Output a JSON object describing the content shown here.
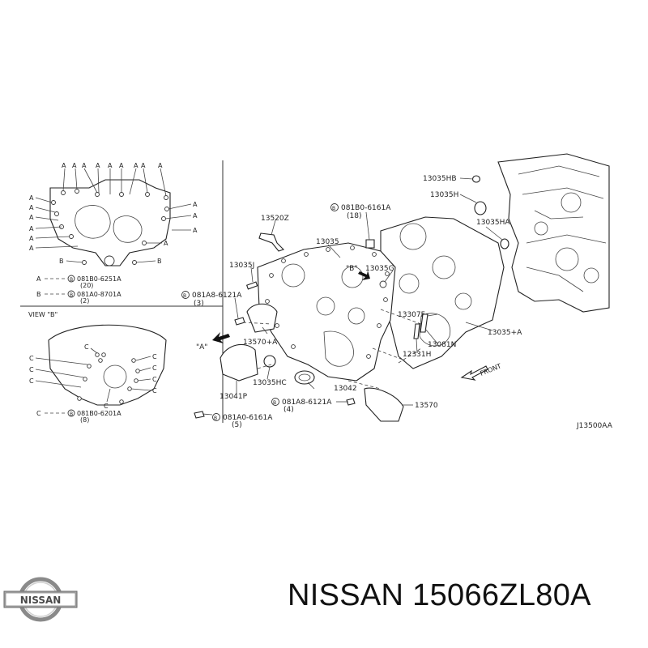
{
  "caption": {
    "brand": "NISSAN",
    "part_number": "15066ZL80A"
  },
  "logo": {
    "text": "NISSAN"
  },
  "diagram": {
    "code": "J13500AA",
    "view_b_title": "VIEW \"B\"",
    "front_label": "FRONT",
    "view_markers": {
      "a": "\"A\"",
      "b": "\"B\""
    },
    "view_a_letters": {
      "a": "A",
      "b": "B"
    },
    "view_b_letter": "C",
    "legend": [
      {
        "key": "A",
        "code": "081B0-6251A",
        "qty": "(20)"
      },
      {
        "key": "B",
        "code": "081A0-8701A",
        "qty": "(2)"
      },
      {
        "key": "C",
        "code": "081B0-6201A",
        "qty": "(8)"
      }
    ],
    "callouts": [
      {
        "id": "13035HB",
        "text": "13035HB"
      },
      {
        "id": "13035H",
        "text": "13035H"
      },
      {
        "id": "13035HA",
        "text": "13035HA"
      },
      {
        "id": "081B0-6161A",
        "text": "081B0-6161A",
        "qty": "(18)"
      },
      {
        "id": "13520Z",
        "text": "13520Z"
      },
      {
        "id": "13035",
        "text": "13035"
      },
      {
        "id": "13035J",
        "text": "13035J"
      },
      {
        "id": "13035G",
        "text": "13035G"
      },
      {
        "id": "081A8-6121A-top",
        "text": "081A8-6121A",
        "qty": "(3)"
      },
      {
        "id": "13570plusA",
        "text": "13570+A"
      },
      {
        "id": "13307F",
        "text": "13307F"
      },
      {
        "id": "13035plusA",
        "text": "13035+A"
      },
      {
        "id": "13081N",
        "text": "13081N"
      },
      {
        "id": "12331H",
        "text": "12331H"
      },
      {
        "id": "13035HC",
        "text": "13035HC"
      },
      {
        "id": "13042",
        "text": "13042"
      },
      {
        "id": "13041P",
        "text": "13041P"
      },
      {
        "id": "081A8-6121A-bottom",
        "text": "081A8-6121A",
        "qty": "(4)"
      },
      {
        "id": "13570",
        "text": "13570"
      },
      {
        "id": "081A0-6161A",
        "text": "081A0-6161A",
        "qty": "(5)"
      }
    ]
  }
}
